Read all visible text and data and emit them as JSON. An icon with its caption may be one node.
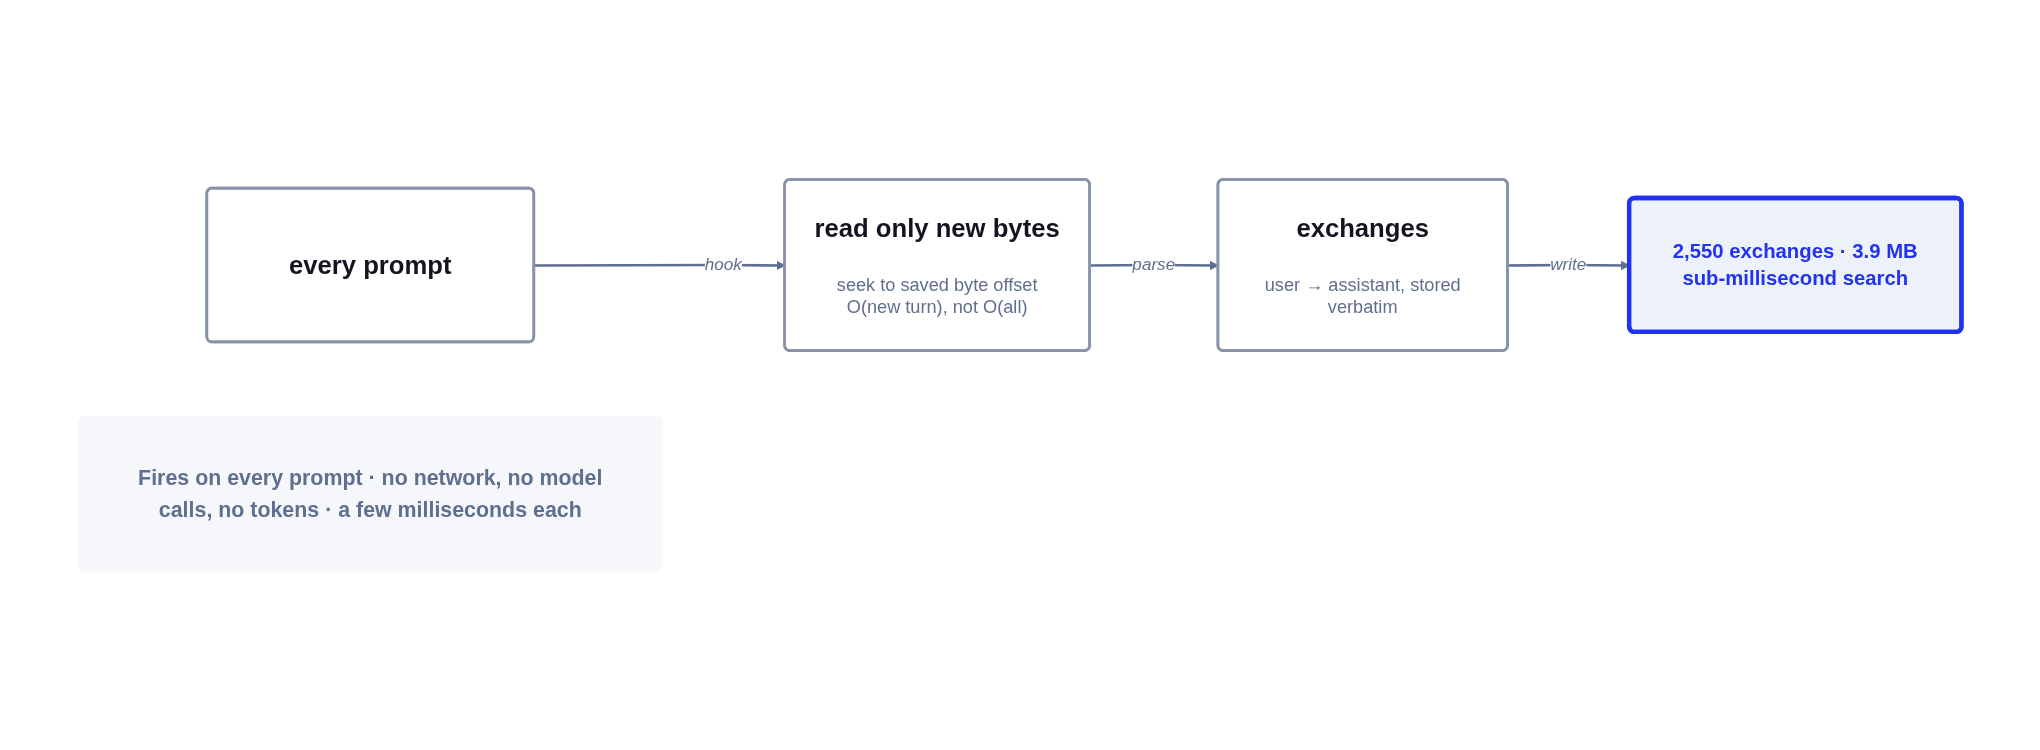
{
  "diagram": {
    "nodes": [
      {
        "text": [
          "every prompt"
        ]
      },
      {
        "text": [
          "read only new bytes",
          "seek to saved byte offset O(new turn), not O(all)"
        ]
      },
      {
        "text": [
          "exchanges",
          "user → assistant, stored verbatim"
        ]
      },
      {
        "text": [
          "2,550 exchanges · 3.9 MB sub-millisecond search"
        ]
      },
      {
        "text": [
          "Fires on every prompt · no network, no model calls, no tokens · a few milliseconds each"
        ]
      }
    ],
    "edges": [
      {
        "from": 0,
        "to": 1,
        "arrow": "to",
        "label": "hook"
      },
      {
        "from": 1,
        "to": 2,
        "arrow": "to",
        "label": "parse"
      },
      {
        "from": 2,
        "to": 3,
        "arrow": "to",
        "label": "write"
      }
    ]
  }
}
